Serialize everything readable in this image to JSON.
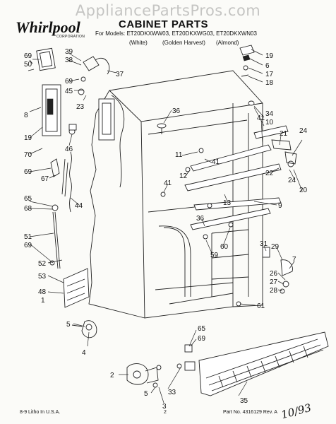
{
  "header": {
    "watermark": "AppliancePartsPros.com",
    "brand": "Whirlpool",
    "brand_sub": "CORPORATION",
    "title": "CABINET PARTS",
    "models_line": "For Models: ET20DKXWW03, ET20DKXWG03, ET20DKXWN03",
    "colors": [
      "(White)",
      "(Golden Harvest)",
      "(Almond)"
    ]
  },
  "callouts": [
    "69",
    "50",
    "39",
    "38",
    "37",
    "19",
    "6",
    "17",
    "18",
    "45",
    "69",
    "23",
    "36",
    "8",
    "34",
    "10",
    "41",
    "21",
    "24",
    "19",
    "46",
    "70",
    "11",
    "12",
    "41",
    "22",
    "69",
    "67",
    "13",
    "24",
    "20",
    "65",
    "68",
    "44",
    "41",
    "9",
    "36",
    "60",
    "59",
    "51",
    "69",
    "31",
    "29",
    "7",
    "52",
    "53",
    "48",
    "1",
    "26",
    "27",
    "28",
    "61",
    "5",
    "4",
    "65",
    "69",
    "2",
    "33",
    "5",
    "3",
    "35"
  ],
  "footer": {
    "left": "8-9    Litho In U.S.A.",
    "center": "2",
    "right": "Part No. 4316129 Rev. A",
    "handwritten": "10/93"
  }
}
